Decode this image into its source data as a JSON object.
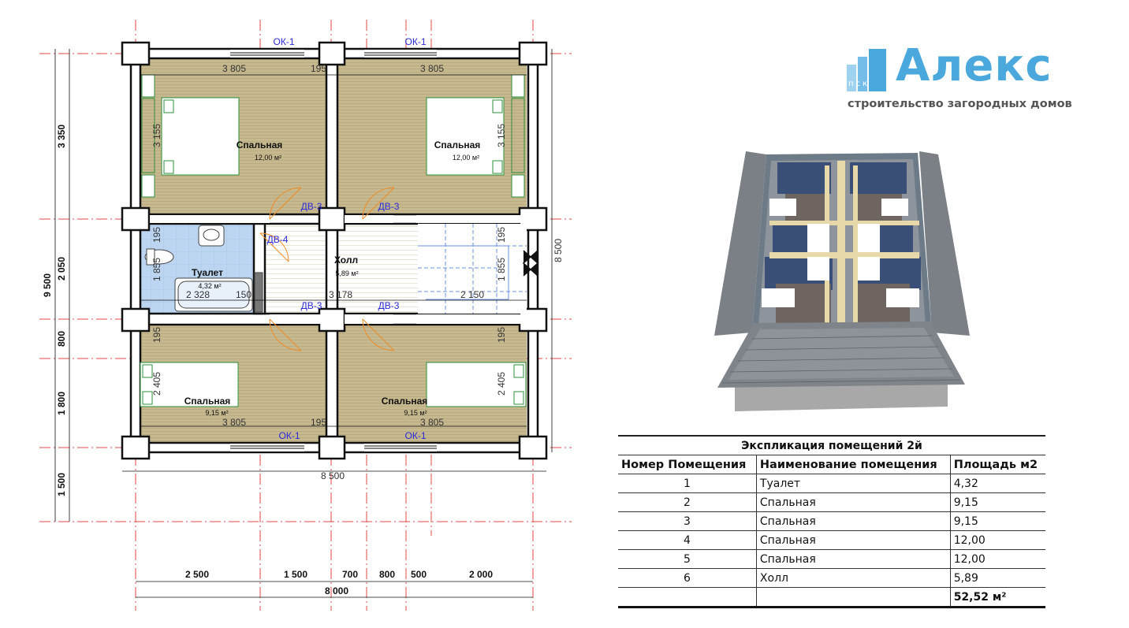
{
  "logo": {
    "brand": "Алекс",
    "tagline": "строительство загородных домов",
    "psk": "пск",
    "color": "#4aa8dc"
  },
  "plan": {
    "rooms": [
      {
        "id": "bed-tl",
        "name": "Спальная",
        "area": "12,00 м²"
      },
      {
        "id": "bed-tr",
        "name": "Спальная",
        "area": "12,00 м²"
      },
      {
        "id": "toilet",
        "name": "Туалет",
        "area": "4,32 м²"
      },
      {
        "id": "hall",
        "name": "Холл",
        "area": "5,89 м²"
      },
      {
        "id": "bed-bl",
        "name": "Спальная",
        "area": "9,15 м²"
      },
      {
        "id": "bed-br",
        "name": "Спальная",
        "area": "9,15 м²"
      }
    ],
    "tags": {
      "window": "ОК-1",
      "door3": "ДВ-3",
      "door4": "ДВ-4"
    },
    "dims": {
      "top_left": "3 805",
      "top_mid": "195",
      "top_right": "3 805",
      "bottom_left": "3 805",
      "bottom_mid": "195",
      "bottom_right": "3 805",
      "room_h_top": "3 155",
      "room_h_bottom": "2 405",
      "toilet_w": "2 328",
      "toilet_gap": "150",
      "hall_w": "3 178",
      "stair_w": "2 150",
      "v195": "195",
      "v1855": "1 855",
      "overall_w": "8 500",
      "overall_h": "8 500",
      "left_total": "9 500",
      "left_1": "3 350",
      "left_2": "2 050",
      "left_3": "800",
      "left_4": "1 800",
      "left_5": "1 500",
      "bot_1": "2 500",
      "bot_2": "1 500",
      "bot_3": "700",
      "bot_4": "800",
      "bot_5": "500",
      "bot_6": "2 000",
      "bot_total": "8 000"
    }
  },
  "explication": {
    "title": "Экспликация помещений 2й",
    "headers": [
      "Номер Помещения",
      "Наименование помещения",
      "Площадь м2"
    ],
    "rows": [
      {
        "num": "1",
        "name": "Туалет",
        "area": "4,32"
      },
      {
        "num": "2",
        "name": "Спальная",
        "area": "9,15"
      },
      {
        "num": "3",
        "name": "Спальная",
        "area": "9,15"
      },
      {
        "num": "4",
        "name": "Спальная",
        "area": "12,00"
      },
      {
        "num": "5",
        "name": "Спальная",
        "area": "12,00"
      },
      {
        "num": "6",
        "name": "Холл",
        "area": "5,89"
      }
    ],
    "total": "52,52 м²"
  }
}
